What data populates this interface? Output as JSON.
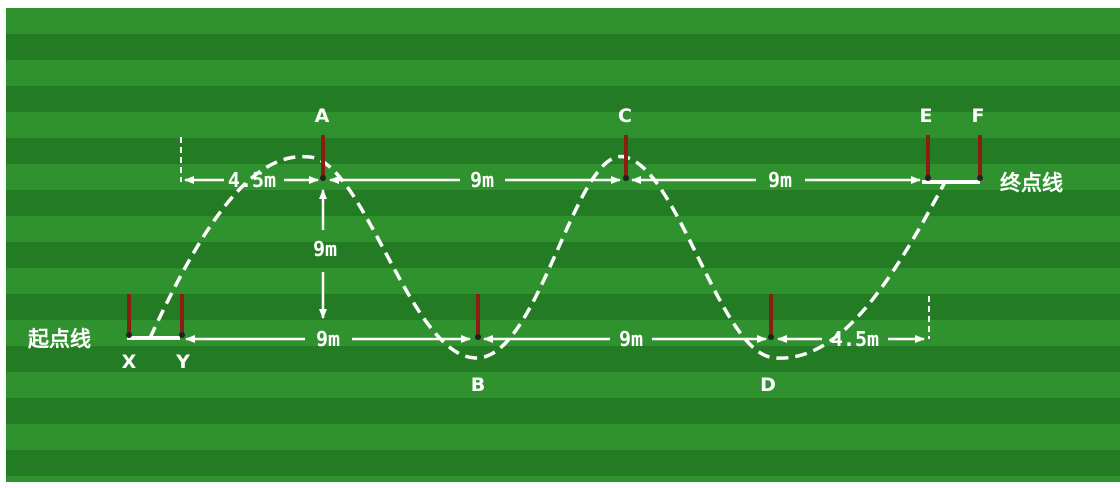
{
  "colors": {
    "field_light": "#2f922f",
    "field_dark": "#237c23",
    "line": "#ffffff",
    "pole": "#8b1e12"
  },
  "labels": {
    "start_line": "起点线",
    "finish_line": "终点线"
  },
  "points": {
    "A": "A",
    "B": "B",
    "C": "C",
    "D": "D",
    "E": "E",
    "F": "F",
    "X": "X",
    "Y": "Y"
  },
  "dimensions": {
    "top_left": "4.5m",
    "top_middle": "9m",
    "top_right": "9m",
    "vertical": "9m",
    "bottom_left": "9m",
    "bottom_middle": "9m",
    "bottom_right": "4.5m"
  }
}
